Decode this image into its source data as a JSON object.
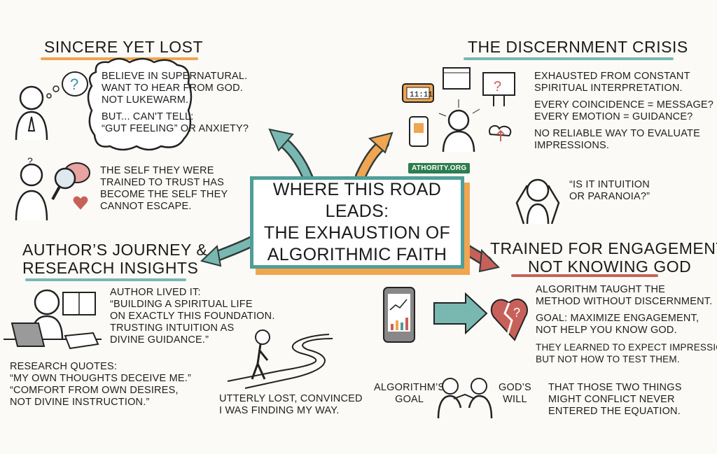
{
  "center": {
    "lines": [
      "WHERE THIS ROAD LEADS:",
      "THE EXHAUSTION OF",
      "ALGORITHMIC FAITH"
    ]
  },
  "watermark": "ATHORITY.ORG",
  "colors": {
    "teal": "#4f9e98",
    "orange": "#f0a550",
    "red": "#c8605a",
    "background": "#fbfaf6"
  },
  "sincere": {
    "title": "SINCERE YET LOST",
    "bubble": [
      "BELIEVE IN SUPERNATURAL.",
      "WANT TO HEAR FROM GOD.",
      "NOT LUKEWARM."
    ],
    "bubble2": [
      "BUT... CAN'T TELL:",
      "“GUT FEELING” OR ANXIETY?"
    ],
    "self": [
      "THE SELF THEY WERE",
      "TRAINED TO TRUST HAS",
      "BECOME THE SELF THEY",
      "CANNOT ESCAPE."
    ]
  },
  "author": {
    "title": [
      "AUTHOR’S JOURNEY &",
      "RESEARCH INSIGHTS"
    ],
    "lived": [
      "AUTHOR LIVED IT:",
      "“BUILDING A SPIRITUAL LIFE",
      "ON EXACTLY THIS FOUNDATION.",
      "TRUSTING INTUITION AS",
      "DIVINE GUIDANCE.”"
    ],
    "quotes_label": "RESEARCH QUOTES:",
    "quote1": "“MY OWN THOUGHTS DECEIVE ME.”",
    "quote2": [
      "“COMFORT FROM OWN DESIRES,",
      "NOT DIVINE INSTRUCTION.”"
    ],
    "lost": [
      "UTTERLY LOST, CONVINCED",
      "I WAS FINDING MY WAY."
    ]
  },
  "discernment": {
    "title": "THE DISCERNMENT CRISIS",
    "p1": [
      "EXHAUSTED FROM CONSTANT",
      "SPIRITUAL INTERPRETATION."
    ],
    "p2": [
      "EVERY COINCIDENCE = MESSAGE?",
      "EVERY EMOTION = GUIDANCE?"
    ],
    "p3": [
      "NO RELIABLE WAY TO EVALUATE",
      "IMPRESSIONS."
    ],
    "quote": [
      "“IS IT INTUITION",
      "OR PARANOIA?”"
    ],
    "clock": "11:11"
  },
  "engagement": {
    "title": [
      "TRAINED FOR ENGAGEMENT,",
      "NOT KNOWING GOD"
    ],
    "p1": [
      "ALGORITHM TAUGHT THE",
      "METHOD WITHOUT DISCERNMENT."
    ],
    "p2": [
      "GOAL: MAXIMIZE ENGAGEMENT,",
      "NOT HELP YOU KNOW GOD."
    ],
    "p3": [
      "THEY LEARNED TO EXPECT IMPRESSIONS",
      "BUT NOT HOW TO TEST THEM."
    ],
    "left_label": [
      "ALGORITHM’S",
      "GOAL"
    ],
    "right_label": [
      "GOD’S",
      "WILL"
    ],
    "conflict": [
      "THAT THOSE TWO THINGS",
      "MIGHT CONFLICT NEVER",
      "ENTERED THE EQUATION."
    ]
  }
}
